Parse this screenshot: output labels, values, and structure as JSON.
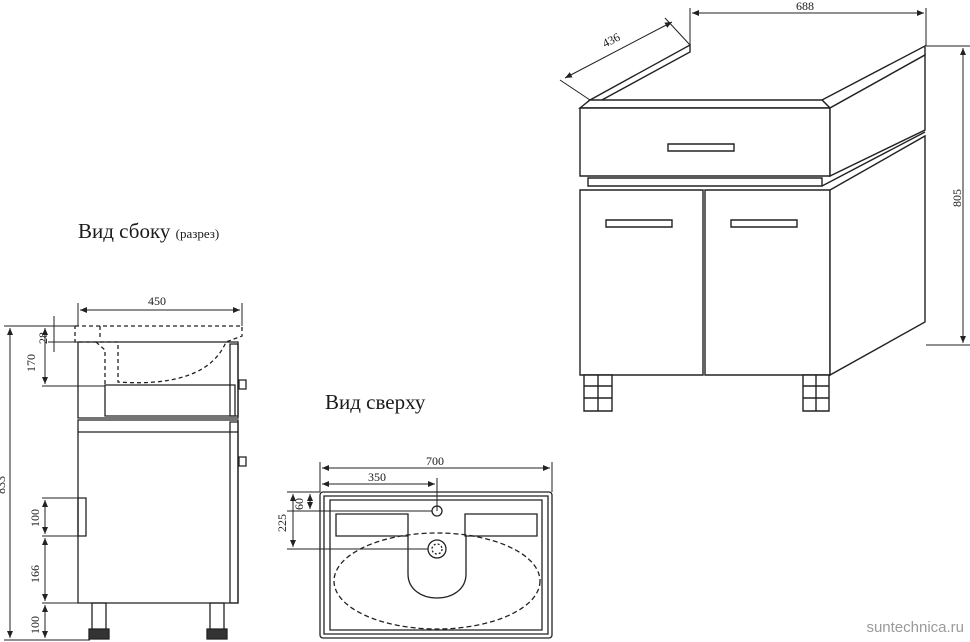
{
  "labels": {
    "side_view": "Вид сбоку",
    "side_view_note": "(разрез)",
    "top_view": "Вид сверху"
  },
  "dimensions": {
    "iso_width": "688",
    "iso_depth": "436",
    "iso_height": "805",
    "side_depth": "450",
    "side_28": "28",
    "side_170": "170",
    "side_total": "833",
    "side_100_handle": "100",
    "side_166": "166",
    "side_100_leg": "100",
    "top_width": "700",
    "top_half": "350",
    "top_60": "60",
    "top_225": "225"
  },
  "watermark": "suntechnica.ru"
}
